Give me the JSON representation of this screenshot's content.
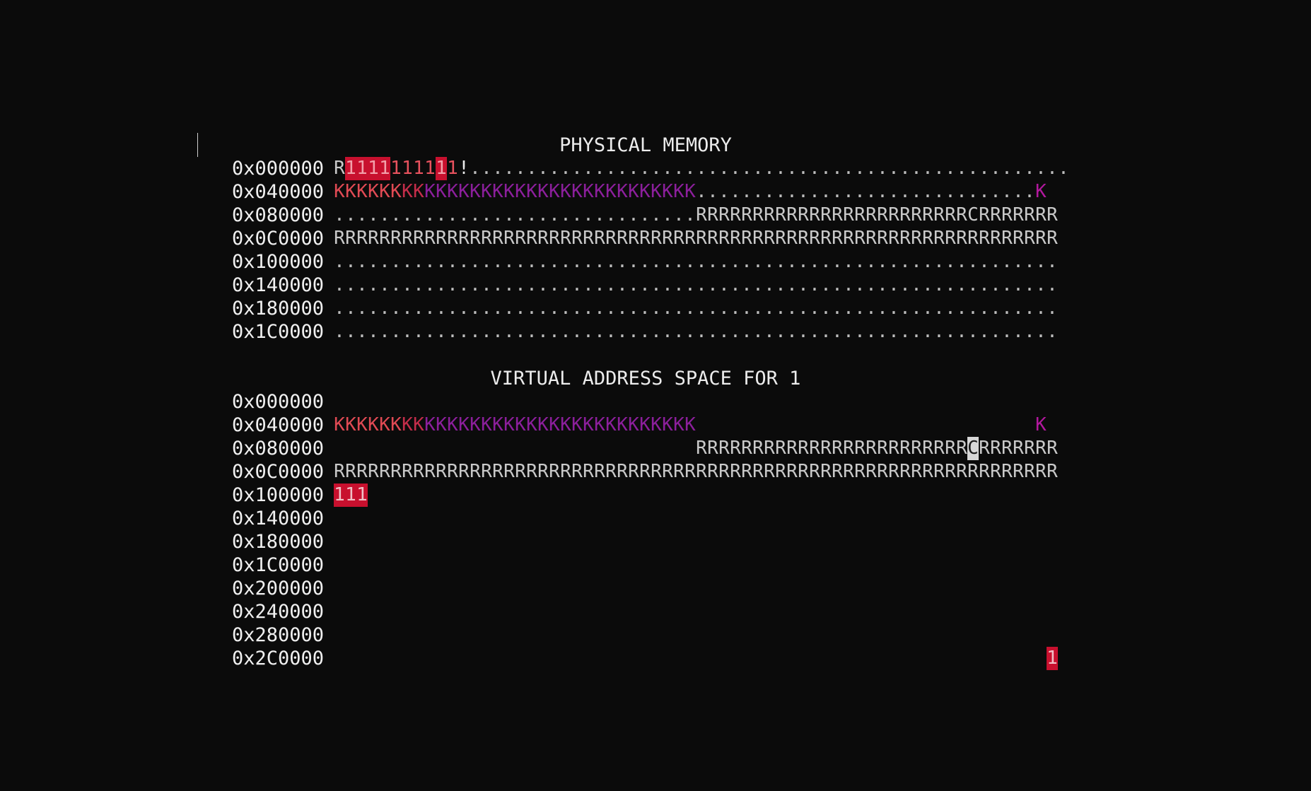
{
  "colors": {
    "background": "#0b0b0b",
    "text": "#ececec",
    "address": "#f0f0f0",
    "reserved": "#c9c9c9",
    "dot": "#bdbdbd",
    "owned_fg": "#e8525e",
    "owned_bg": "#c8102e",
    "owned_fg_on_bg": "#f2a0aa",
    "kernel_a": "#e04a54",
    "kernel_b": "#c42d4a",
    "kernel_c": "#8c1f9c",
    "kernel_end": "#b2189e",
    "highlight_bg": "#d6d6d6",
    "highlight_fg": "#1a1a1a"
  },
  "legend_symbols": {
    "reserved": "R",
    "owned": "1",
    "kernel": "K",
    "free": ".",
    "current": "C",
    "mark": "!"
  },
  "physical": {
    "title": "PHYSICAL MEMORY",
    "rows": [
      {
        "addr": "0x000000",
        "cells": "R1111111111!....................................................."
      },
      {
        "addr": "0x040000",
        "cells": "KKKKKKKKKKKKKKKKKKKKKKKKKKKKKKKK..............................K"
      },
      {
        "addr": "0x080000",
        "cells": "................................RRRRRRRRRRRRRRRRRRRRRRRRCRRRRRRR"
      },
      {
        "addr": "0x0C0000",
        "cells": "RRRRRRRRRRRRRRRRRRRRRRRRRRRRRRRRRRRRRRRRRRRRRRRRRRRRRRRRRRRRRRRR"
      },
      {
        "addr": "0x100000",
        "cells": "................................................................"
      },
      {
        "addr": "0x140000",
        "cells": "................................................................"
      },
      {
        "addr": "0x180000",
        "cells": "................................................................"
      },
      {
        "addr": "0x1C0000",
        "cells": "................................................................"
      }
    ]
  },
  "virtual": {
    "title": "VIRTUAL ADDRESS SPACE FOR 1",
    "rows": [
      {
        "addr": "0x000000",
        "cells": ""
      },
      {
        "addr": "0x040000",
        "cells": "KKKKKKKKKKKKKKKKKKKKKKKKKKKKKKKK                              K"
      },
      {
        "addr": "0x080000",
        "cells": "                                RRRRRRRRRRRRRRRRRRRRRRRRCRRRRRRR"
      },
      {
        "addr": "0x0C0000",
        "cells": "RRRRRRRRRRRRRRRRRRRRRRRRRRRRRRRRRRRRRRRRRRRRRRRRRRRRRRRRRRRRRRRR"
      },
      {
        "addr": "0x100000",
        "cells": "111"
      },
      {
        "addr": "0x140000",
        "cells": ""
      },
      {
        "addr": "0x180000",
        "cells": ""
      },
      {
        "addr": "0x1C0000",
        "cells": ""
      },
      {
        "addr": "0x200000",
        "cells": ""
      },
      {
        "addr": "0x240000",
        "cells": ""
      },
      {
        "addr": "0x280000",
        "cells": ""
      },
      {
        "addr": "0x2C0000",
        "cells": "                                                               1"
      }
    ]
  }
}
